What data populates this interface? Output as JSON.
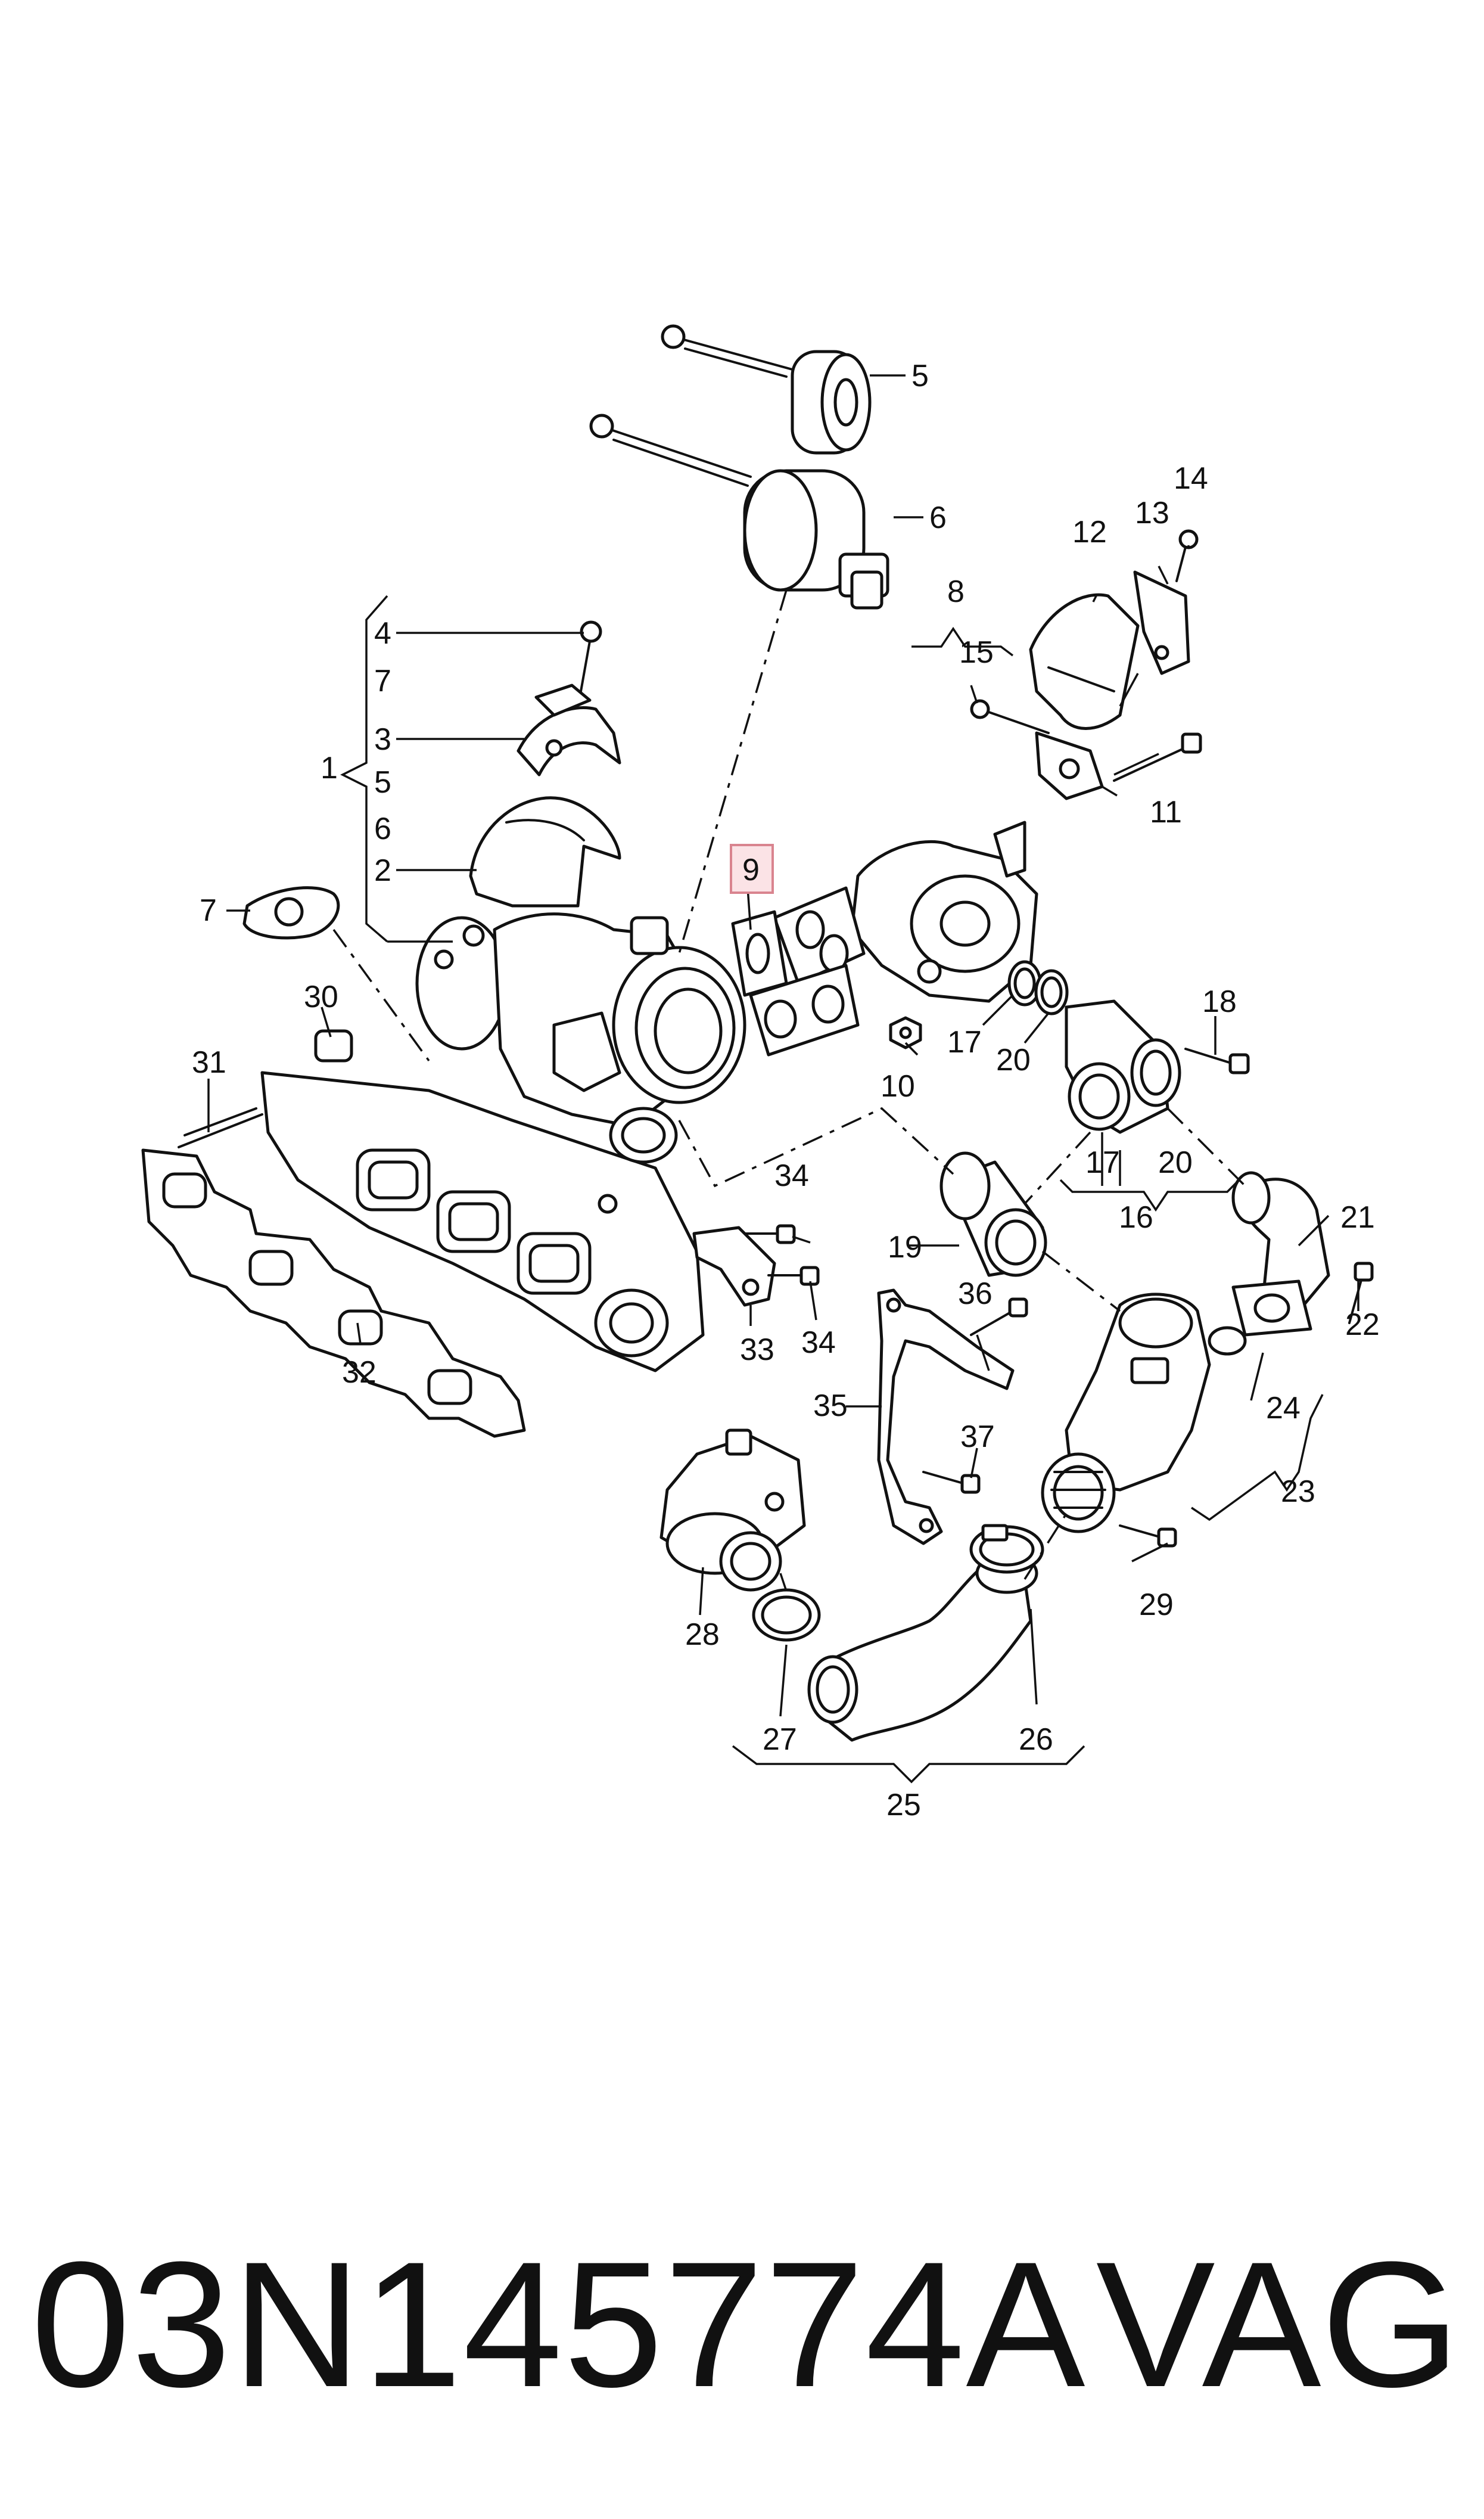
{
  "diagram": {
    "callouts": [
      "1",
      "2",
      "3",
      "4",
      "5",
      "6",
      "7",
      "8",
      "9",
      "10",
      "11",
      "12",
      "13",
      "14",
      "15",
      "16",
      "17",
      "18",
      "19",
      "20",
      "21",
      "22",
      "23",
      "24",
      "25",
      "26",
      "27",
      "28",
      "29",
      "30",
      "31",
      "32",
      "33",
      "34",
      "35",
      "36",
      "37"
    ],
    "highlighted_callout": "9"
  },
  "footer": {
    "part_number": "03N145774A",
    "brand": "VAG"
  }
}
